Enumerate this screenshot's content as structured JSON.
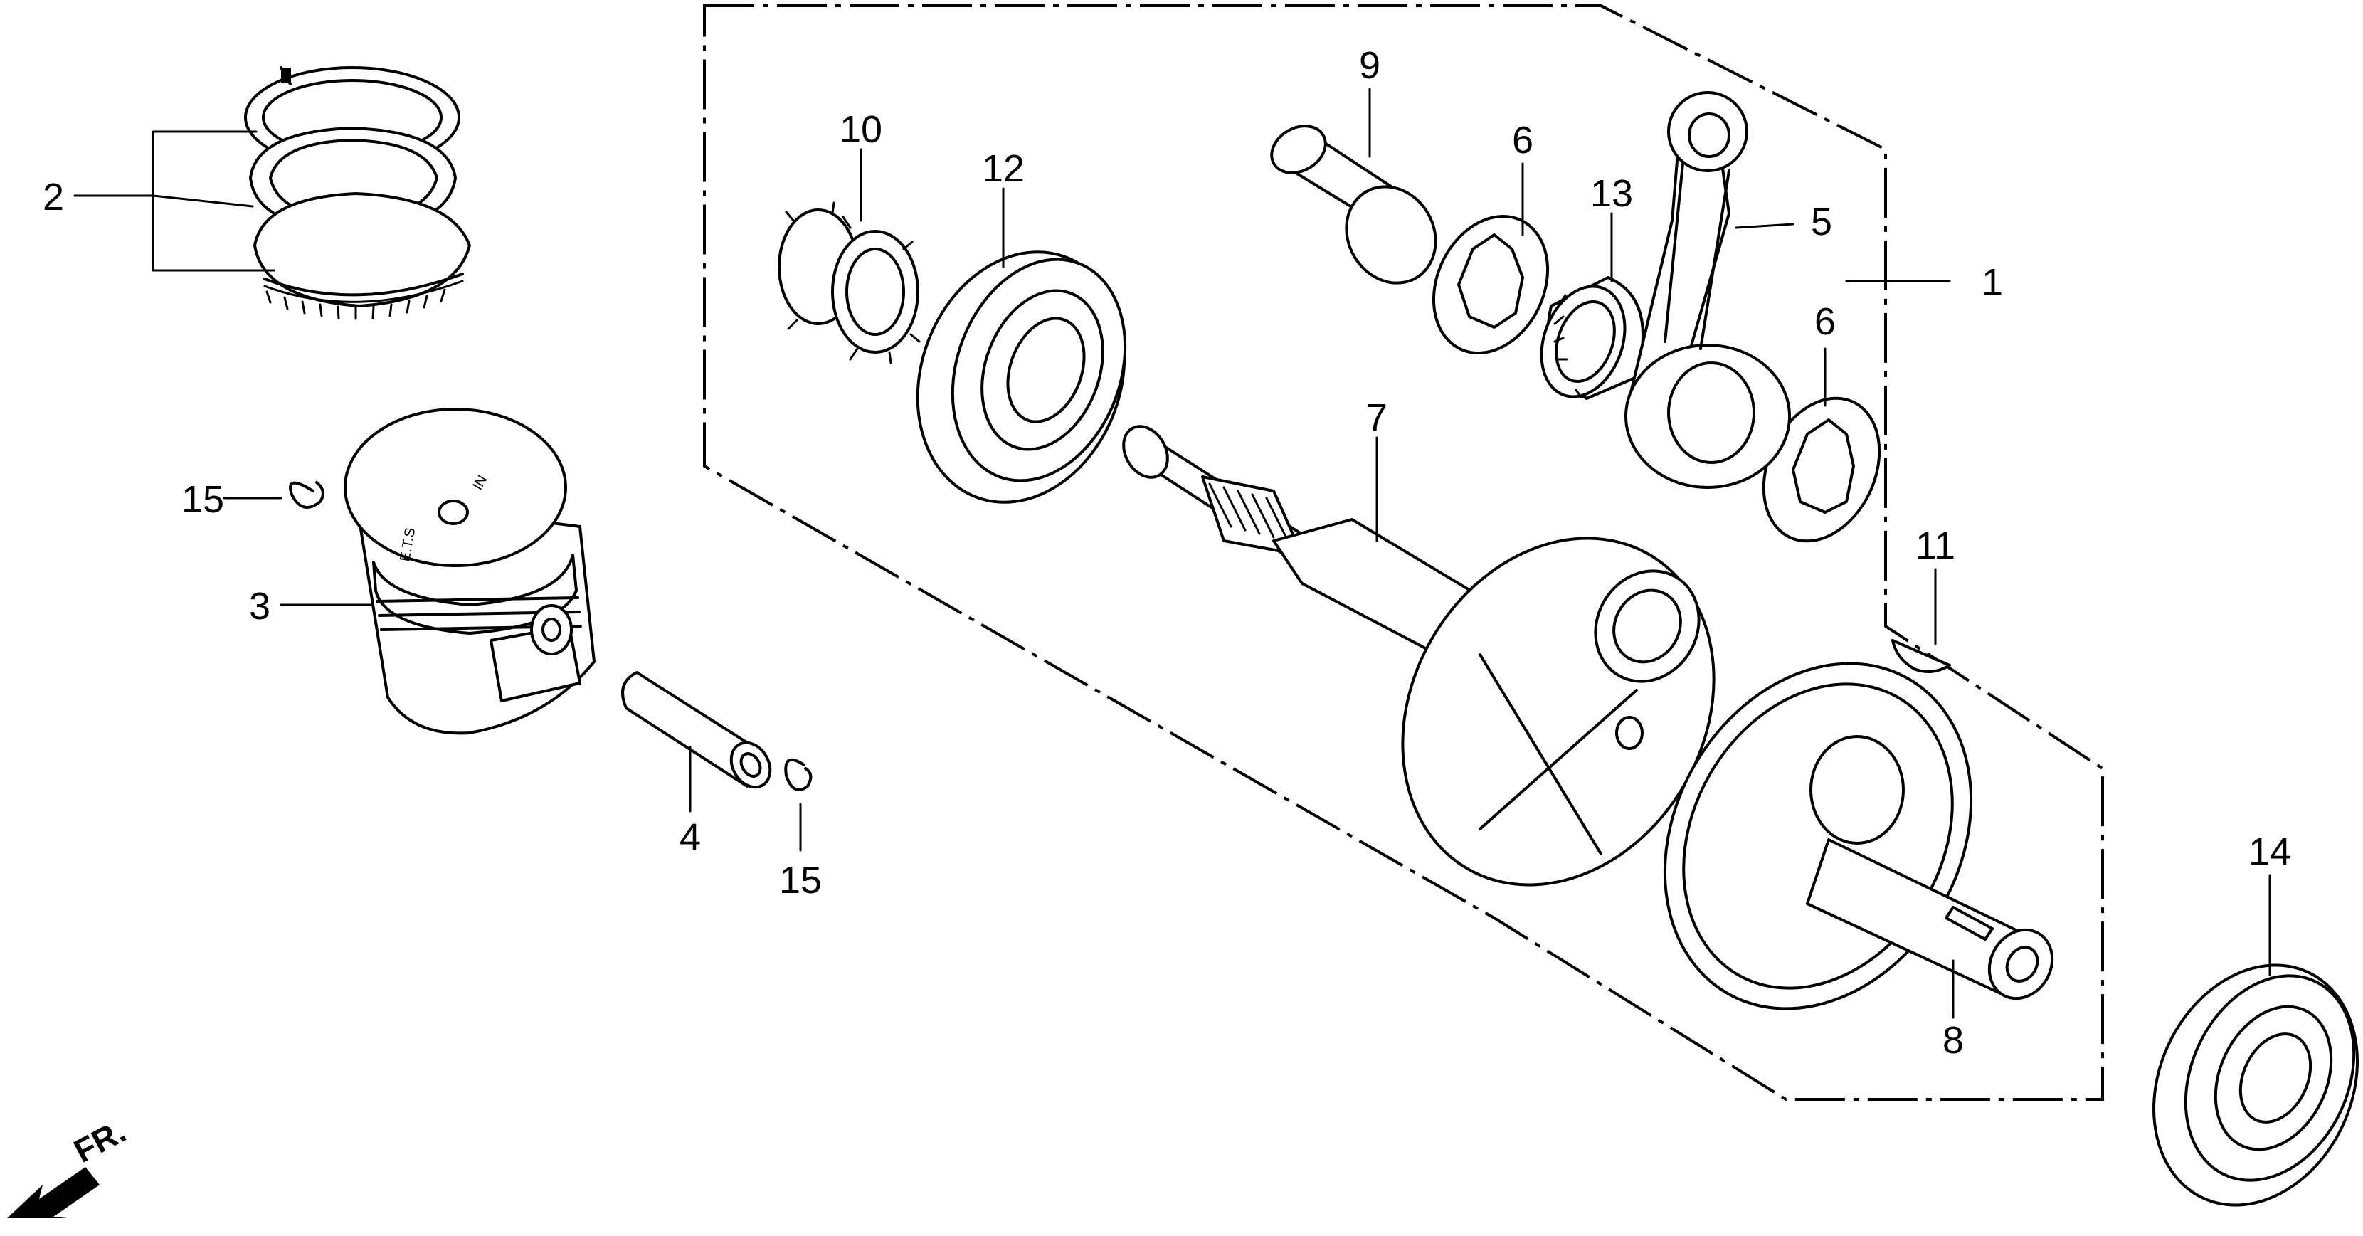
{
  "parts": [
    {
      "no": "1"
    },
    {
      "no": "2"
    },
    {
      "no": "3"
    },
    {
      "no": "4"
    },
    {
      "no": "5"
    },
    {
      "no": "6"
    },
    {
      "no": "6"
    },
    {
      "no": "7"
    },
    {
      "no": "8"
    },
    {
      "no": "9"
    },
    {
      "no": "10"
    },
    {
      "no": "11"
    },
    {
      "no": "12"
    },
    {
      "no": "13"
    },
    {
      "no": "14"
    },
    {
      "no": "15"
    },
    {
      "no": "15"
    }
  ],
  "direction": {
    "label": "FR."
  },
  "piston_marks": {
    "top": "IN",
    "bottom": "E.T.S"
  }
}
